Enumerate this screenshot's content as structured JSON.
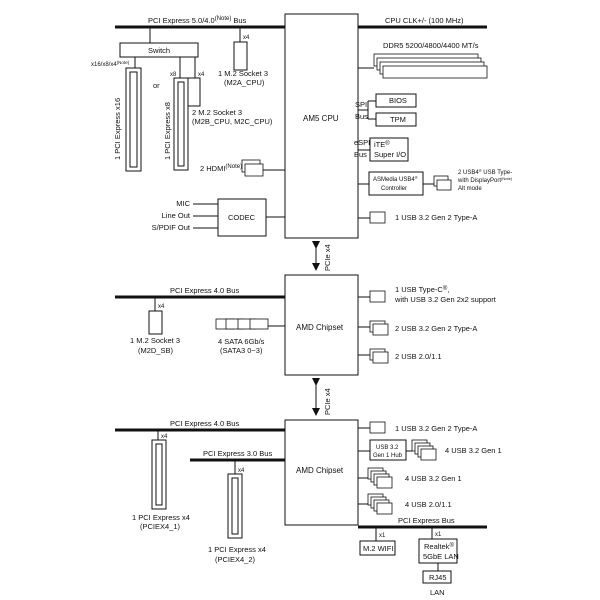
{
  "cpu": {
    "bus_label": "PCI Express 5.0/4.0",
    "bus_note": "(Note)",
    "bus_suffix": "Bus",
    "clk_label": "CPU CLK+/- (100 MHz)",
    "name": "AM5 CPU",
    "switch": "Switch",
    "x16_label": "x16/x8/x4",
    "x16_note": "(Note)",
    "or": "or",
    "pcie16": "1 PCI Express x16",
    "pcie8": "1 PCI Express x8",
    "x8": "x8",
    "x4a": "x4",
    "x4b": "x4",
    "m2a_l1": "1 M.2 Socket 3",
    "m2a_l2": "(M2A_CPU)",
    "m2b_l1": "2 M.2 Socket 3",
    "m2b_l2": "(M2B_CPU, M2C_CPU)",
    "hdmi": "2 HDMI",
    "hdmi_note": "(Note)",
    "mic": "MIC",
    "lineout": "Line Out",
    "spdif": "S/PDIF Out",
    "codec": "CODEC",
    "ddr": "DDR5 5200/4800/4400 MT/s",
    "spi": "SPI",
    "bus1": "Bus",
    "bios": "BIOS",
    "tpm": "TPM",
    "espi": "eSPI",
    "bus2": "Bus",
    "ite1": "iTE",
    "ite_reg": "®",
    "ite2": "Super I/O",
    "asm1": "ASMedia USB4",
    "asm_reg": "®",
    "asm2": "Controller",
    "usb4_1": "2 USB4",
    "usb4_reg": "®",
    "usb4_1b": " USB Type-",
    "usb4_2": "with DisplayPort",
    "usb4_note": "(Note)",
    "usb4_3": "Alt mode",
    "usb32a": "1 USB 3.2 Gen 2 Type-A",
    "link1": "PCIe x4"
  },
  "chipset1": {
    "bus_label": "PCI Express 4.0 Bus",
    "name": "AMD Chipset",
    "x4": "x4",
    "m2_l1": "1 M.2 Socket 3",
    "m2_l2": "(M2D_SB)",
    "sata_l1": "4 SATA 6Gb/s",
    "sata_l2": "(SATA3 0~3)",
    "typec_l1": "1 USB Type-C",
    "typec_reg": "®",
    "typec_l1b": ",",
    "typec_l2": "with USB 3.2 Gen 2x2 support",
    "usb_g2": "2 USB 3.2 Gen 2 Type-A",
    "usb20": "2 USB 2.0/1.1",
    "link2": "PCIe x4"
  },
  "chipset2": {
    "bus_label": "PCI Express 4.0 Bus",
    "bus3_label": "PCI Express 3.0 Bus",
    "name": "AMD Chipset",
    "x4a": "x4",
    "x4b": "x4",
    "pciex4_1_l1": "1 PCI Express x4",
    "pciex4_1_l2": "(PCIEX4_1)",
    "pciex4_2_l1": "1 PCI Express x4",
    "pciex4_2_l2": "(PCIEX4_2)",
    "usb32g2": "1 USB 3.2 Gen 2 Type-A",
    "hub_l1": "USB 3.2",
    "hub_l2": "Gen 1 Hub",
    "usb_hub": "4 USB 3.2 Gen 1",
    "usb_g1": "4 USB 3.2 Gen 1",
    "usb20": "4 USB 2.0/1.1",
    "pci_bus": "PCI Express Bus",
    "x1a": "x1",
    "x1b": "x1",
    "wifi": "M.2 WIFI",
    "lan_l1": "Realtek",
    "lan_reg": "®",
    "lan_l2": "5GbE LAN",
    "rj45": "RJ45",
    "lan": "LAN"
  }
}
